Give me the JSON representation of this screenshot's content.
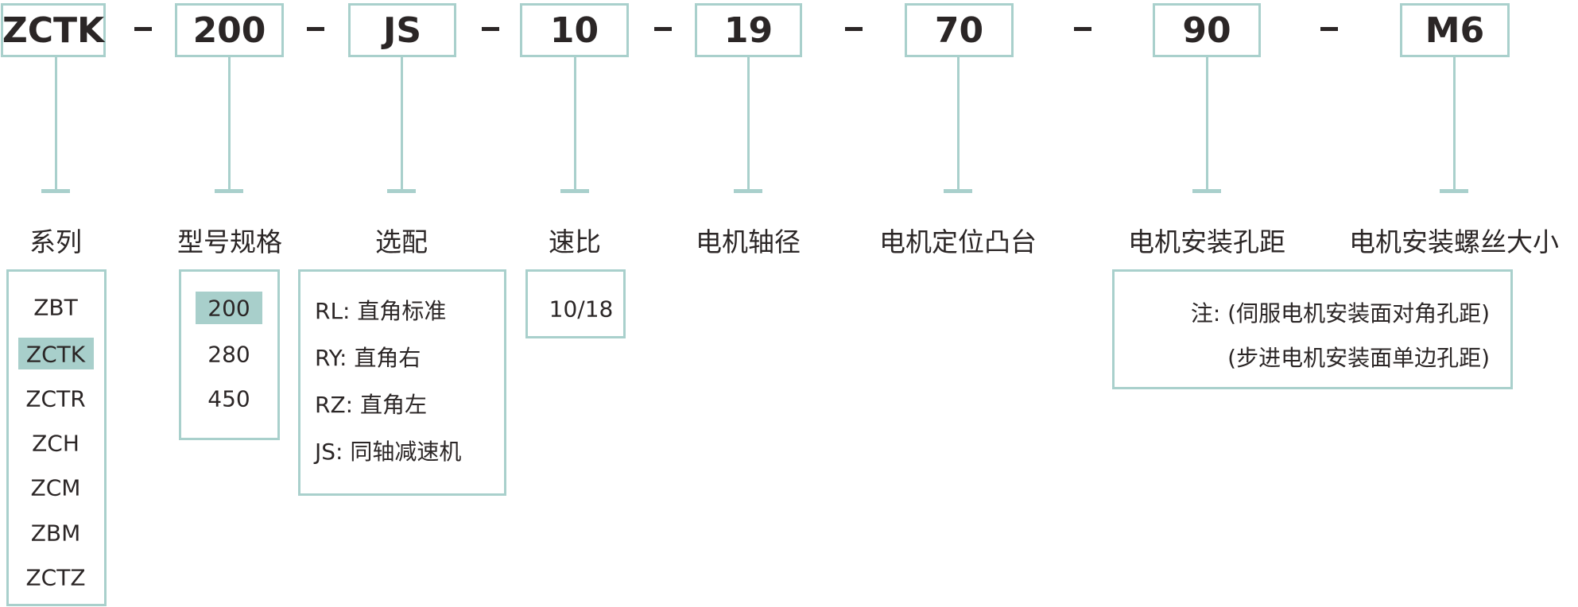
{
  "codes": [
    "ZCTK",
    "200",
    "JS",
    "10",
    "19",
    "70",
    "90",
    "M6"
  ],
  "separator": "-",
  "labels": [
    "系列",
    "型号规格",
    "选配",
    "速比",
    "电机轴径",
    "电机定位凸台",
    "电机安装孔距",
    "电机安装螺丝大小"
  ],
  "series_options": [
    "ZBT",
    "ZCTK",
    "ZCTR",
    "ZCH",
    "ZCM",
    "ZBM",
    "ZCTZ"
  ],
  "series_selected": "ZCTK",
  "spec_options": [
    "200",
    "280",
    "450"
  ],
  "spec_selected": "200",
  "accessory_options": [
    "RL: 直角标准",
    "RY: 直角右",
    "RZ: 直角左",
    "JS: 同轴减速机"
  ],
  "ratio_options": [
    "10/18"
  ],
  "hole_note": [
    "注: (伺服电机安装面对角孔距)",
    "(步进电机安装面单边孔距)"
  ],
  "colors": {
    "accent": "#a9d0cc",
    "highlight": "#a8cfcb",
    "text": "#2b2626"
  }
}
